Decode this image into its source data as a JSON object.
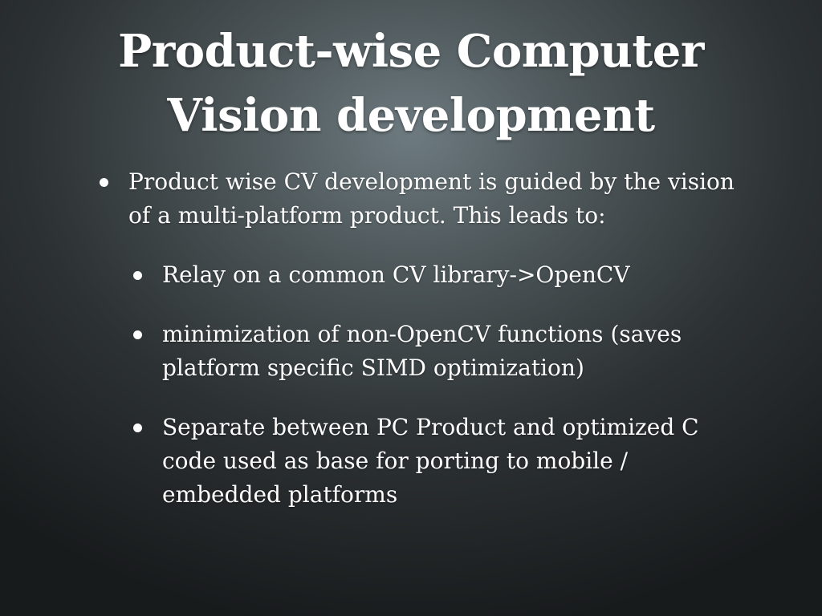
{
  "slide": {
    "title_line1": "Product-wise Computer",
    "title_line2": "Vision development",
    "bullets": [
      {
        "level": 1,
        "text": "Product wise CV development is guided by the vision of a multi-platform product. This leads to:"
      },
      {
        "level": 2,
        "text": "Relay on a common CV library->OpenCV"
      },
      {
        "level": 2,
        "text": "minimization of non-OpenCV functions (saves platform specific SIMD optimization)"
      },
      {
        "level": 2,
        "text": "Separate between PC Product and optimized C code used as base for porting to mobile / embedded platforms"
      }
    ]
  },
  "colors": {
    "text": "#ffffff",
    "background_center": "#6d7a7f",
    "background_edge": "#181b1c"
  }
}
